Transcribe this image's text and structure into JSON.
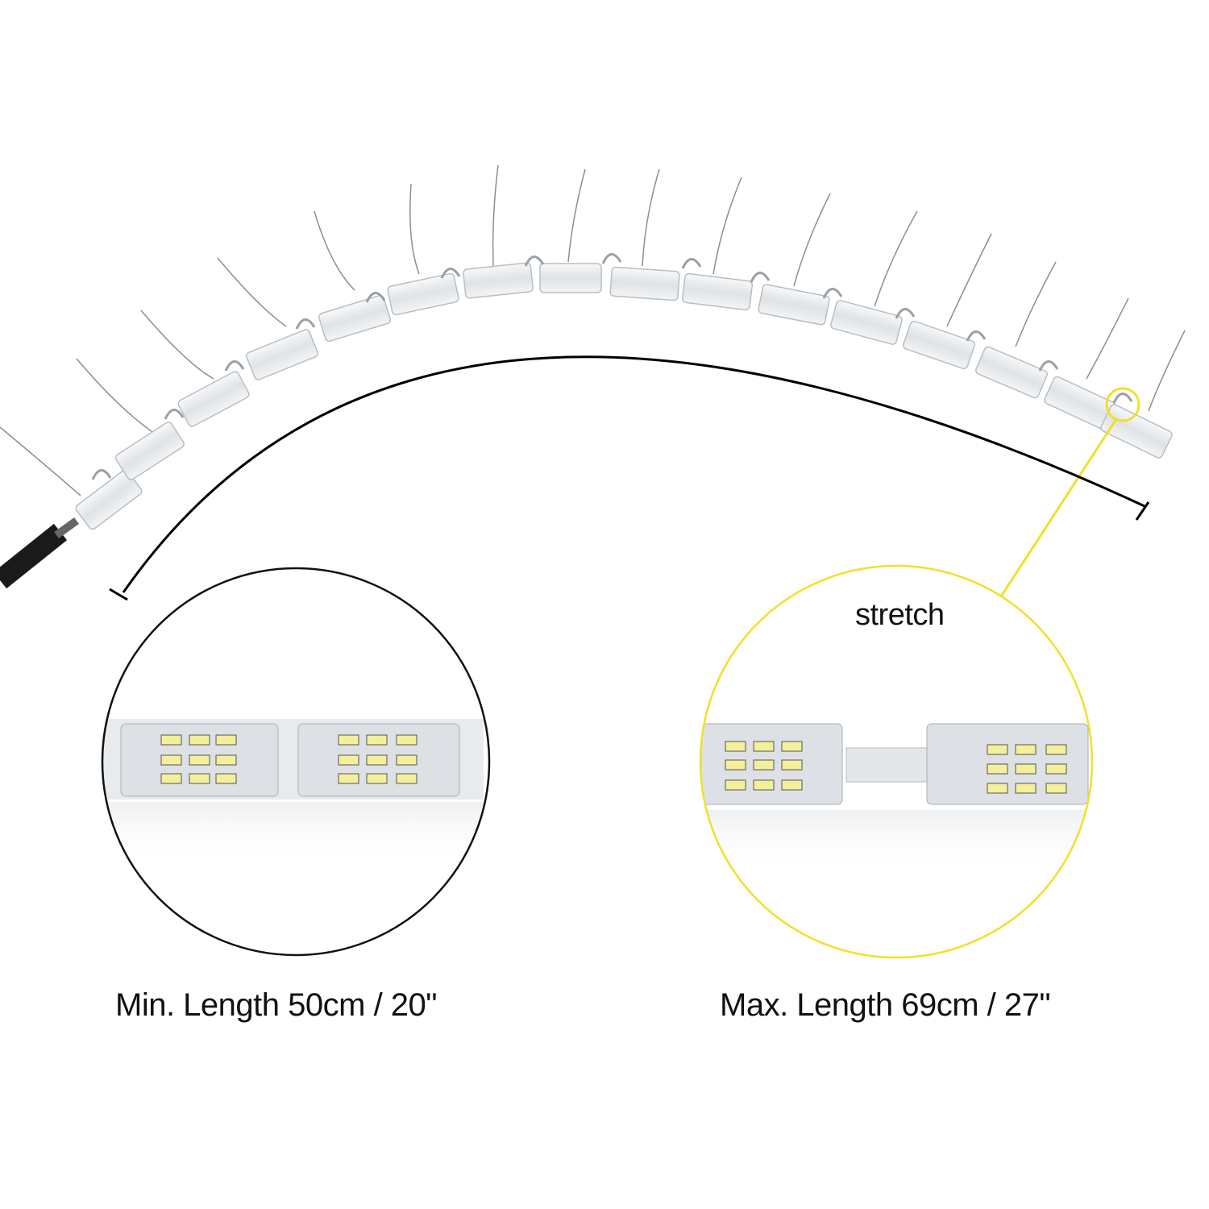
{
  "image": {
    "subject": "flexible LED strip (daytime running light) with wire hooks",
    "background_color": "#ffffff"
  },
  "annotations": {
    "stretch_label": "stretch",
    "min_length_label": "Min. Length 50cm / 20\"",
    "max_length_label": "Max. Length 69cm / 27\""
  },
  "callouts": {
    "min_circle": {
      "border_color": "#111111",
      "description": "close-up of compressed LED segments"
    },
    "max_circle": {
      "border_color": "#f2e028",
      "description": "close-up of stretched LED segments with connector gap"
    },
    "highlight_ring_color": "#f2e028",
    "dimension_arc_color": "#000000"
  },
  "colors": {
    "led_yellow": "#f4ef9a",
    "strip_clear": "#e6e9ec",
    "cable_black": "#1a1a1a"
  }
}
